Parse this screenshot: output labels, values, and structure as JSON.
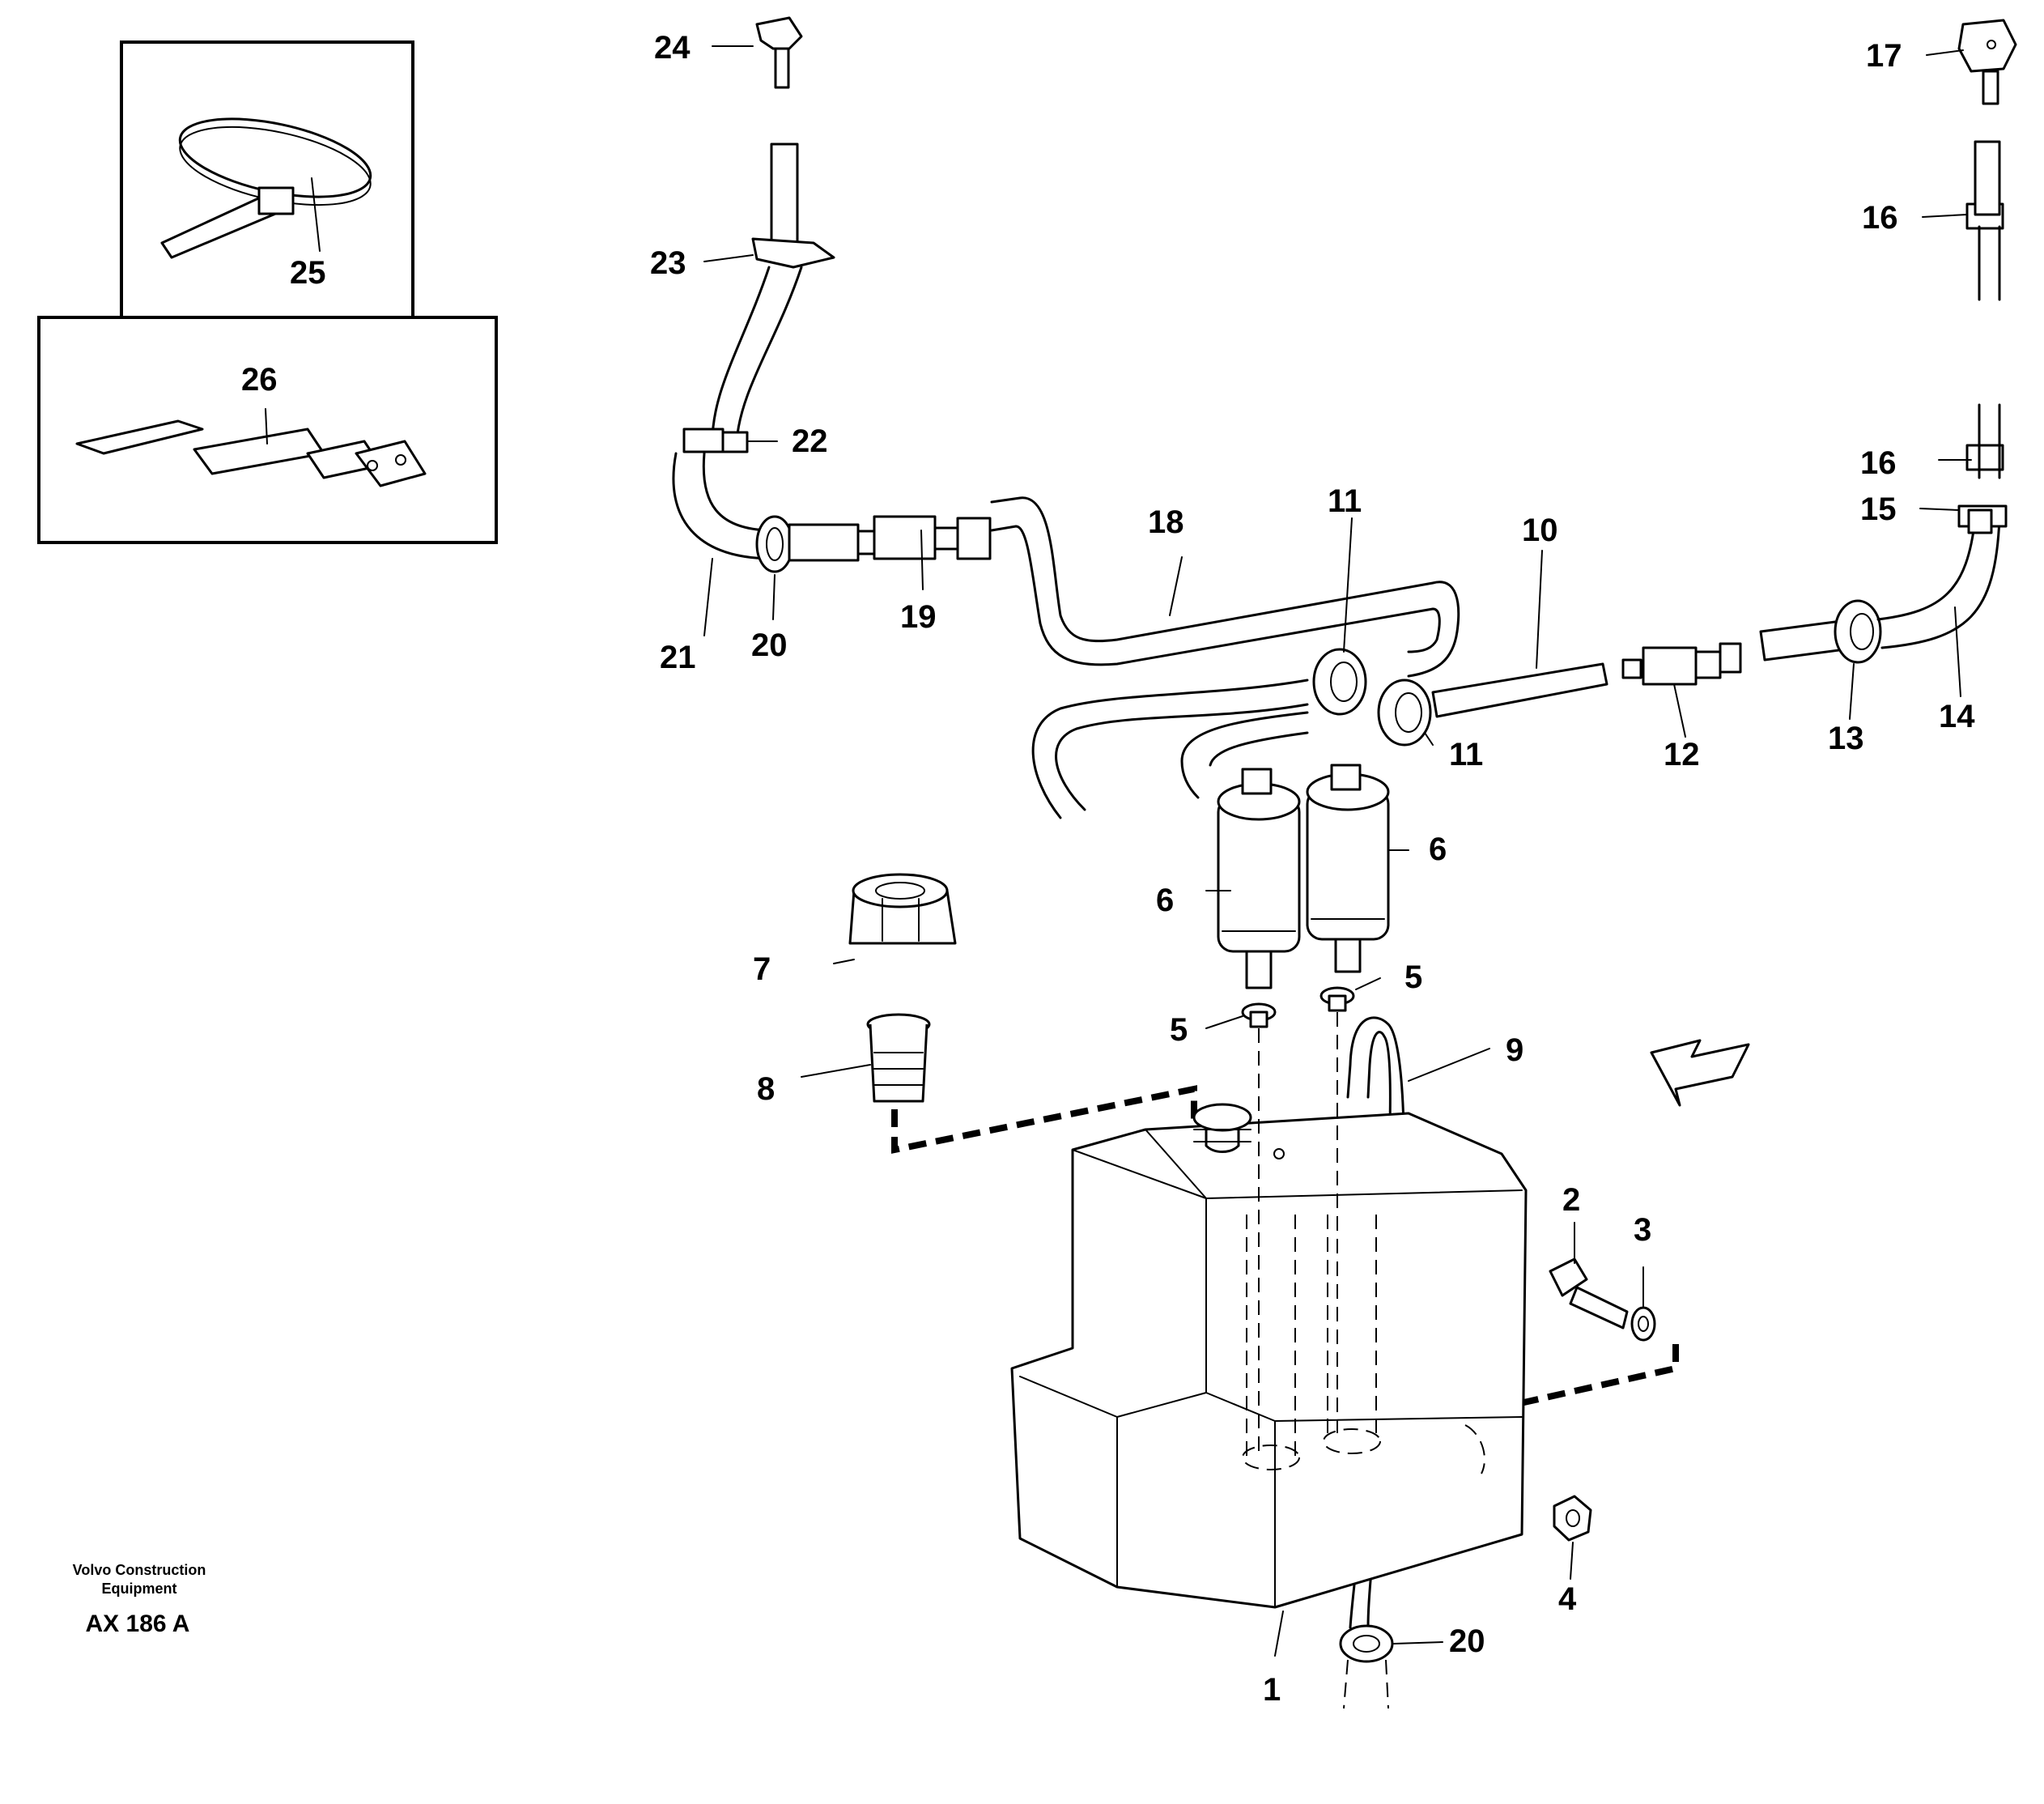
{
  "labels": {
    "p1": "1",
    "p2": "2",
    "p3": "3",
    "p4": "4",
    "p5a": "5",
    "p5b": "5",
    "p6a": "6",
    "p6b": "6",
    "p7": "7",
    "p8": "8",
    "p9": "9",
    "p10": "10",
    "p11a": "11",
    "p11b": "11",
    "p12": "12",
    "p13": "13",
    "p14": "14",
    "p15": "15",
    "p16a": "16",
    "p16b": "16",
    "p17": "17",
    "p18": "18",
    "p19": "19",
    "p20a": "20",
    "p20b": "20",
    "p21": "21",
    "p22": "22",
    "p23": "23",
    "p24": "24",
    "p25": "25",
    "p26": "26"
  },
  "footer": {
    "company_line1": "Volvo Construction",
    "company_line2": "Equipment",
    "drawing_code": "AX 186 A"
  }
}
